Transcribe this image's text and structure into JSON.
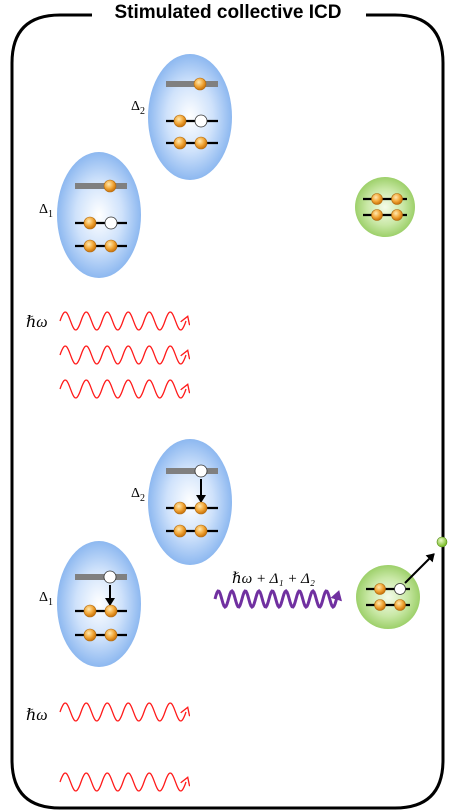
{
  "title": "Stimulated collective ICD",
  "labels": {
    "delta1": "Δ",
    "delta1_sub": "1",
    "delta2": "Δ",
    "delta2_sub": "2",
    "photon": "ℏω",
    "photon_sum": "ℏω + Δ₁ + Δ₂"
  },
  "colors": {
    "frame": "#000000",
    "ellipse_blue": "#9cc3f5",
    "ellipse_green": "#9fd46c",
    "wave_red": "#ff1a1a",
    "wave_purple": "#7030a0",
    "electron": "#f0a030",
    "gap_bar": "#808080"
  }
}
